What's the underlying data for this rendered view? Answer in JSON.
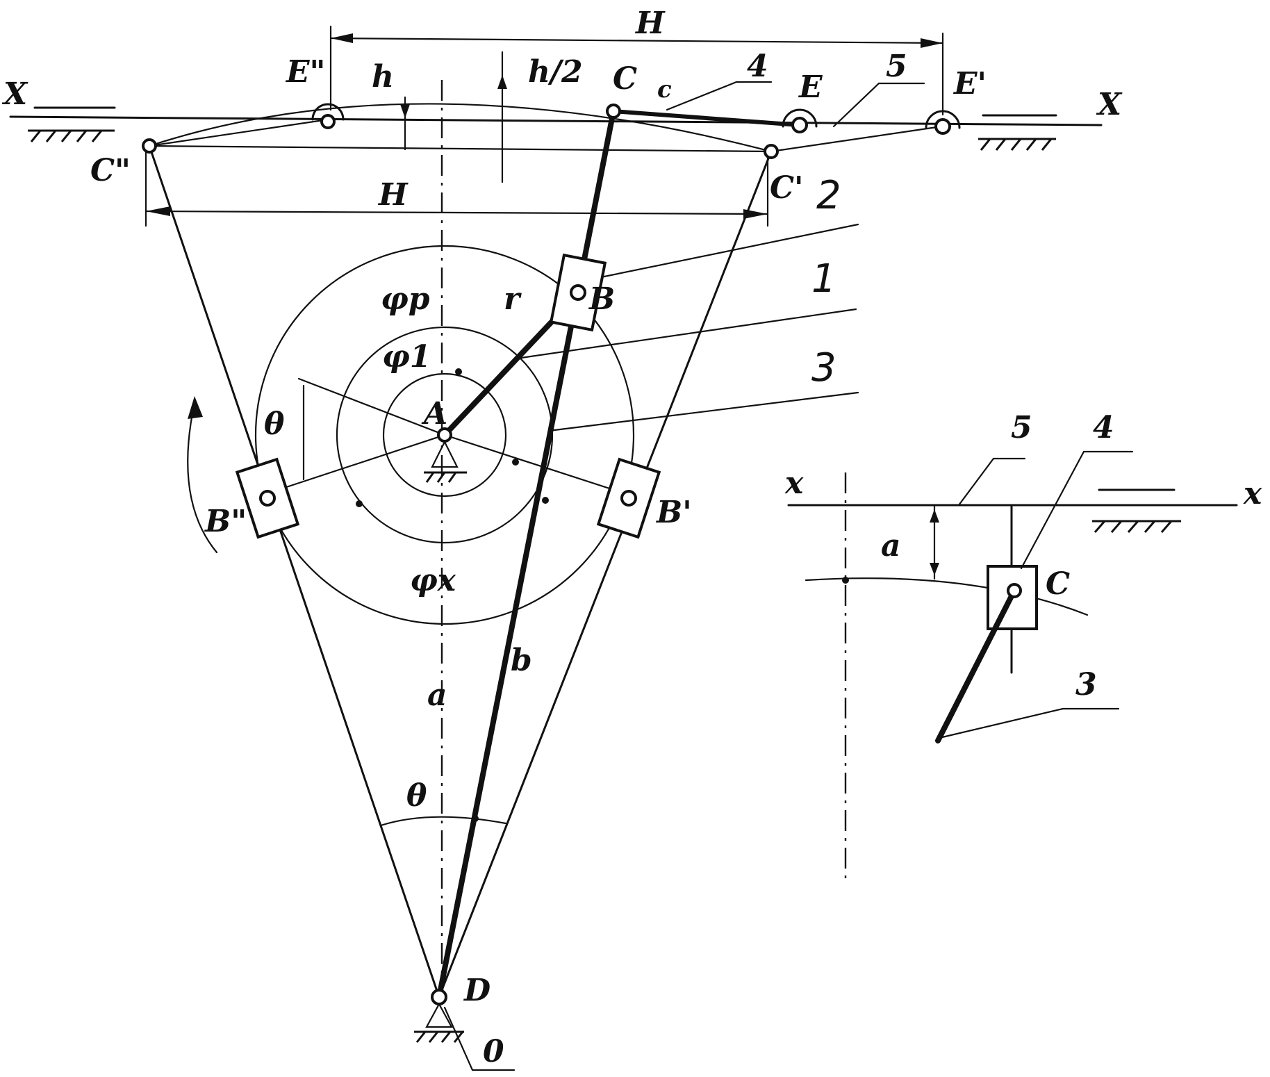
{
  "main": {
    "labels": {
      "H_top": "H",
      "H_mid": "H",
      "X_left": "X",
      "X_right": "X",
      "E_dd": "E\"",
      "h": "h",
      "h_half": "h/2",
      "C": "C",
      "c": "c",
      "n4": "4",
      "E": "E",
      "n5": "5",
      "E_prime": "E'",
      "C_dd": "C\"",
      "C_prime": "C'",
      "n2": "2",
      "n1": "1",
      "n3": "3",
      "phi_p": "φp",
      "r": "r",
      "B": "B",
      "phi_1": "φ1",
      "theta_left": "θ",
      "A": "A",
      "B_dd": "B\"",
      "B_prime": "B'",
      "phi_x": "φx",
      "b": "b",
      "a": "a",
      "theta_bottom": "θ",
      "D": "D",
      "O": "0"
    }
  },
  "inset": {
    "labels": {
      "x_left": "x",
      "x_right": "x",
      "n5": "5",
      "n4": "4",
      "a": "a",
      "C": "C",
      "n3": "3"
    }
  }
}
